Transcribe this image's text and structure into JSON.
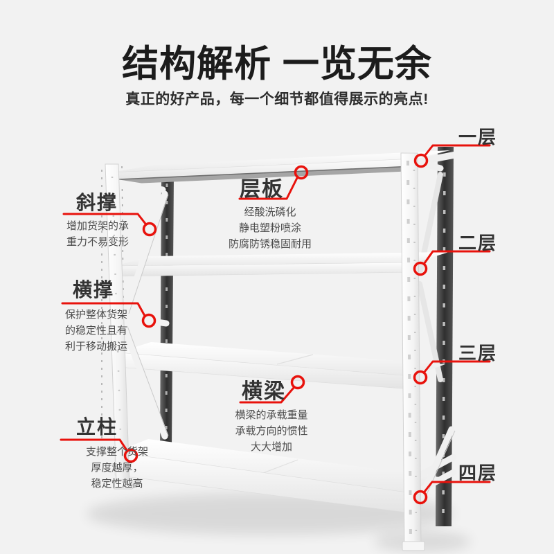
{
  "page": {
    "background_color": "#f2f2f2",
    "accent_color": "#e8120c"
  },
  "header": {
    "title": "结构解析 一览无余",
    "subtitle": "真正的好产品，每一个细节都值得展示的亮点!"
  },
  "callouts": {
    "xie_cheng": {
      "label": "斜撑",
      "desc_lines": [
        "增加货架的承",
        "重力不易变形"
      ]
    },
    "heng_cheng": {
      "label": "横撑",
      "desc_lines": [
        "保护整体货架",
        "的稳定性且有",
        "利于移动搬运"
      ]
    },
    "li_zhu": {
      "label": "立柱",
      "desc_lines": [
        "支撑整个货架",
        "厚度越厚，",
        "稳定性越高"
      ]
    },
    "ceng_ban": {
      "label": "层板",
      "desc_lines": [
        "经酸洗磷化",
        "静电塑粉喷涂",
        "防腐防锈稳固耐用"
      ]
    },
    "heng_liang": {
      "label": "横梁",
      "desc_lines": [
        "横梁的承载重量",
        "承载方向的惯性",
        "大大增加"
      ]
    },
    "layer1": {
      "label": "一层"
    },
    "layer2": {
      "label": "二层"
    },
    "layer3": {
      "label": "三层"
    },
    "layer4": {
      "label": "四层"
    }
  }
}
